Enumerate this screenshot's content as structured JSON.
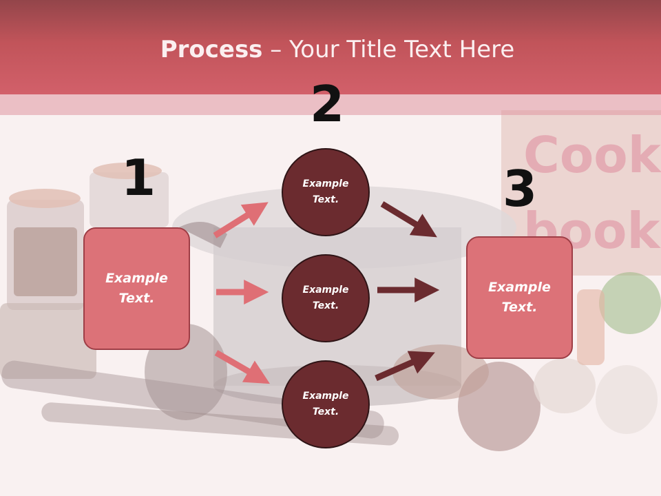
{
  "slide": {
    "title_bold": "Process",
    "title_rest": " – Your Title Text Here"
  },
  "step_numbers": [
    "1",
    "2",
    "3"
  ],
  "left_box": {
    "text": "Example Text."
  },
  "right_box": {
    "text": "Example Text."
  },
  "circles": [
    {
      "text": "Example Text."
    },
    {
      "text": "Example Text."
    },
    {
      "text": "Example Text."
    }
  ],
  "background_sign": "Cook book",
  "colors": {
    "header": "#c1545a",
    "box_fill": "#dc7278",
    "circle_fill": "#6b2b2f",
    "arrow_light": "#df6f75",
    "arrow_dark": "#6b2b2f"
  }
}
